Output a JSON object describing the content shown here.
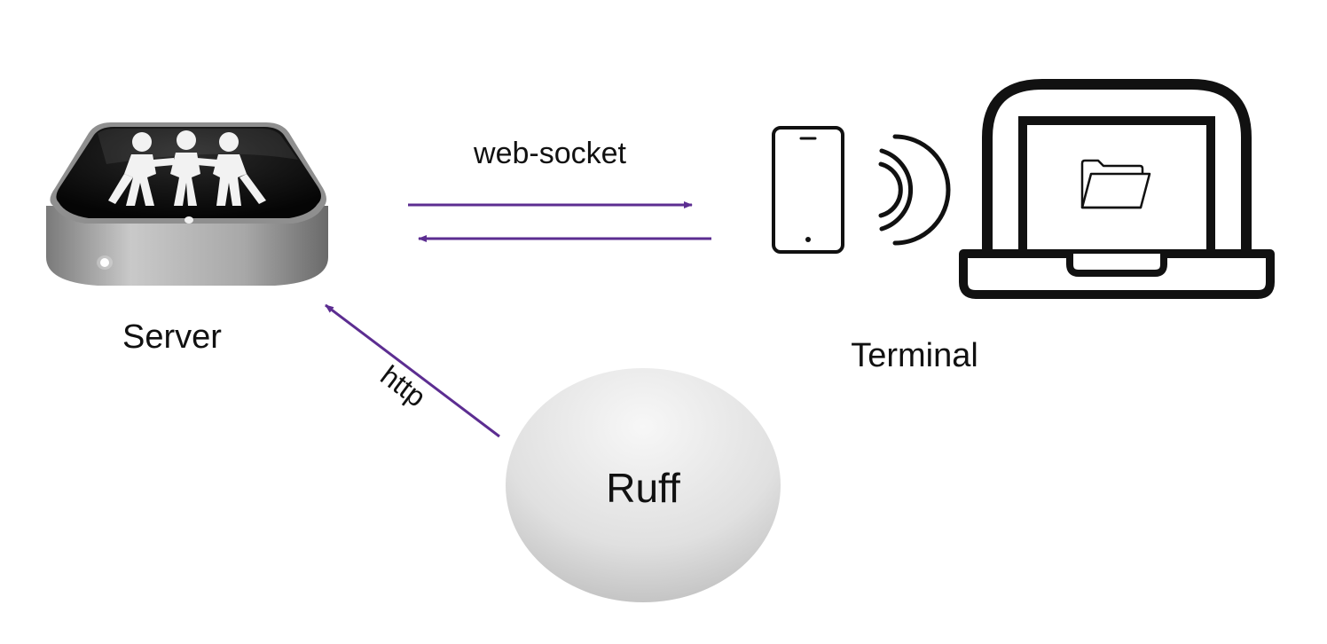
{
  "nodes": {
    "server": {
      "label": "Server",
      "icon": "server-icon"
    },
    "terminal": {
      "label": "Terminal",
      "icons": [
        "smartphone-icon",
        "wireless-signal-icon",
        "laptop-icon",
        "folder-icon"
      ]
    },
    "ruff": {
      "label": "Ruff"
    }
  },
  "edges": {
    "websocket": {
      "label": "web-socket",
      "color": "#5c2d91",
      "bidirectional": true
    },
    "http": {
      "label": "http",
      "color": "#5c2d91",
      "from": "ruff",
      "to": "server"
    }
  },
  "colors": {
    "accent": "#5c2d91",
    "ink": "#111111",
    "server_top": "#0b0b0b",
    "server_body": "#a9a9a9",
    "ruff_fill_top": "#f3f3f3",
    "ruff_fill_bottom": "#bdbdbd"
  }
}
